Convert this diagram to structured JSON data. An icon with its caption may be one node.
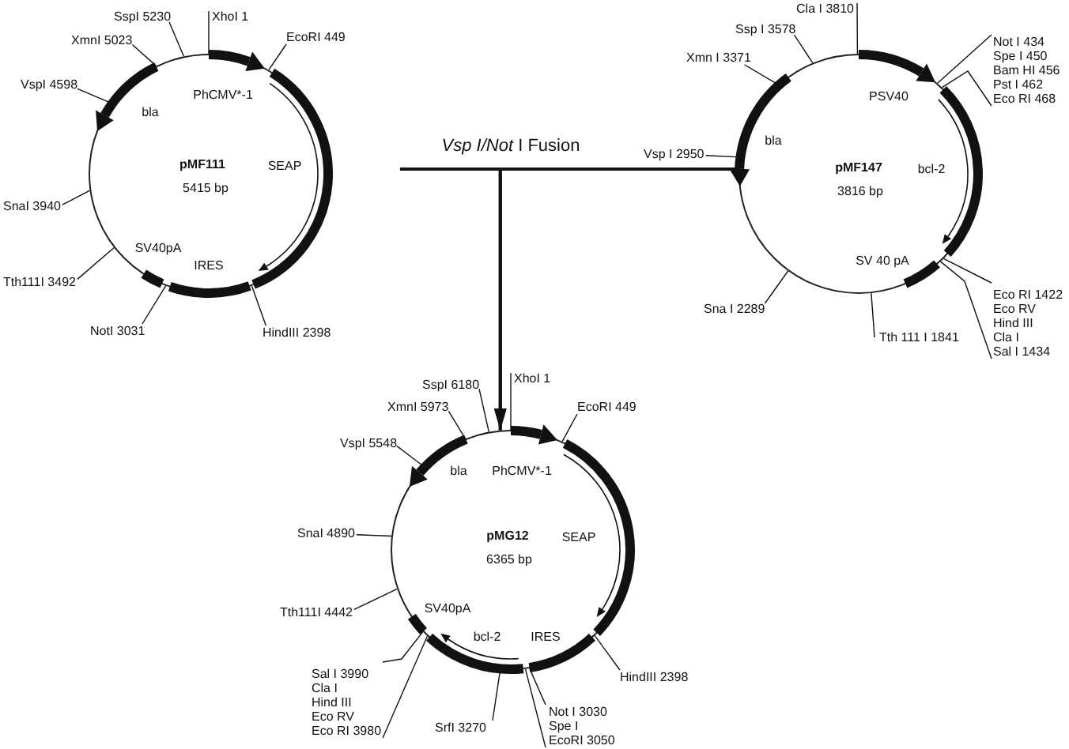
{
  "diagram": {
    "nodes": [
      {
        "text": [
          "PhCMV*-1",
          "bla",
          "pMF111",
          "SEAP",
          "5415 bp",
          "SV40pA",
          "IRES"
        ]
      },
      {
        "text": [
          "SspI 5230"
        ]
      },
      {
        "text": [
          "XhoI 1"
        ]
      },
      {
        "text": [
          "XmnI 5023"
        ]
      },
      {
        "text": [
          "EcoRI 449"
        ]
      },
      {
        "text": [
          "VspI 4598"
        ]
      },
      {
        "text": [
          "SnaI 3940"
        ]
      },
      {
        "text": [
          "Tth111I 3492"
        ]
      },
      {
        "text": [
          "NotI 3031"
        ]
      },
      {
        "text": [
          "HindIII 2398"
        ]
      },
      {
        "text": [
          "PSV40",
          "bla",
          "pMF147",
          "bcl-2",
          "3816 bp",
          "SV 40 pA"
        ]
      },
      {
        "text": [
          "Cla I 3810"
        ]
      },
      {
        "text": [
          "Ssp I 3578"
        ]
      },
      {
        "text": [
          "Xmn I 3371"
        ]
      },
      {
        "text": [
          "Not I 434",
          "Spe I 450",
          "Bam HI 456",
          "Pst I 462",
          "Eco RI 468"
        ]
      },
      {
        "text": [
          "Vsp I 2950"
        ]
      },
      {
        "text": [
          "Eco RI 1422",
          "Eco RV",
          "Hind III",
          "Cla I",
          "Sal I 1434"
        ]
      },
      {
        "text": [
          "Sna I 2289"
        ]
      },
      {
        "text": [
          "Tth 111 I 1841"
        ]
      },
      {
        "text": [
          "bla",
          "PhCMV*-1",
          "pMG12",
          "SEAP",
          "6365 bp",
          "SV40pA",
          "bcl-2",
          "IRES"
        ]
      },
      {
        "text": [
          "XhoI 1"
        ]
      },
      {
        "text": [
          "SspI 6180"
        ]
      },
      {
        "text": [
          "XmnI 5973"
        ]
      },
      {
        "text": [
          "EcoRI 449"
        ]
      },
      {
        "text": [
          "VspI 5548"
        ]
      },
      {
        "text": [
          "SnaI 4890"
        ]
      },
      {
        "text": [
          "Tth111I 4442"
        ]
      },
      {
        "text": [
          "Sal I 3990",
          "Cla I",
          "Hind III",
          "Eco RV",
          "Eco RI 3980"
        ]
      },
      {
        "text": [
          "HindIII 2398"
        ]
      },
      {
        "text": [
          "SrfI 3270"
        ]
      },
      {
        "text": [
          "Not I 3030",
          "Spe I",
          "EcoRI 3050"
        ]
      }
    ],
    "edges": [
      {
        "from": 0,
        "to": 19,
        "arrow": "to",
        "label": "*Vsp I/Not* I Fusion"
      },
      {
        "from": 10,
        "to": 19,
        "arrow": "to"
      },
      {
        "from": 1,
        "to": 0,
        "arrow": "none"
      },
      {
        "from": 2,
        "to": 0,
        "arrow": "none"
      },
      {
        "from": 3,
        "to": 0,
        "arrow": "none"
      },
      {
        "from": 4,
        "to": 0,
        "arrow": "none"
      },
      {
        "from": 5,
        "to": 0,
        "arrow": "none"
      },
      {
        "from": 6,
        "to": 0,
        "arrow": "none"
      },
      {
        "from": 7,
        "to": 0,
        "arrow": "none"
      },
      {
        "from": 8,
        "to": 0,
        "arrow": "none"
      },
      {
        "from": 9,
        "to": 0,
        "arrow": "none"
      },
      {
        "from": 11,
        "to": 10,
        "arrow": "none"
      },
      {
        "from": 12,
        "to": 10,
        "arrow": "none"
      },
      {
        "from": 13,
        "to": 10,
        "arrow": "none"
      },
      {
        "from": 14,
        "to": 10,
        "arrow": "none"
      },
      {
        "from": 14,
        "to": 10,
        "arrow": "none"
      },
      {
        "from": 15,
        "to": 10,
        "arrow": "none"
      },
      {
        "from": 16,
        "to": 10,
        "arrow": "none"
      },
      {
        "from": 16,
        "to": 10,
        "arrow": "none"
      },
      {
        "from": 17,
        "to": 10,
        "arrow": "none"
      },
      {
        "from": 18,
        "to": 10,
        "arrow": "none"
      },
      {
        "from": 20,
        "to": 19,
        "arrow": "none"
      },
      {
        "from": 21,
        "to": 19,
        "arrow": "none"
      },
      {
        "from": 22,
        "to": 19,
        "arrow": "none"
      },
      {
        "from": 23,
        "to": 19,
        "arrow": "none"
      },
      {
        "from": 24,
        "to": 19,
        "arrow": "none"
      },
      {
        "from": 25,
        "to": 19,
        "arrow": "none"
      },
      {
        "from": 26,
        "to": 19,
        "arrow": "none"
      },
      {
        "from": 27,
        "to": 19,
        "arrow": "none"
      },
      {
        "from": 27,
        "to": 19,
        "arrow": "none"
      },
      {
        "from": 28,
        "to": 19,
        "arrow": "none"
      },
      {
        "from": 29,
        "to": 19,
        "arrow": "none"
      },
      {
        "from": 30,
        "to": 19,
        "arrow": "none"
      },
      {
        "from": 30,
        "to": 19,
        "arrow": "none"
      }
    ]
  }
}
